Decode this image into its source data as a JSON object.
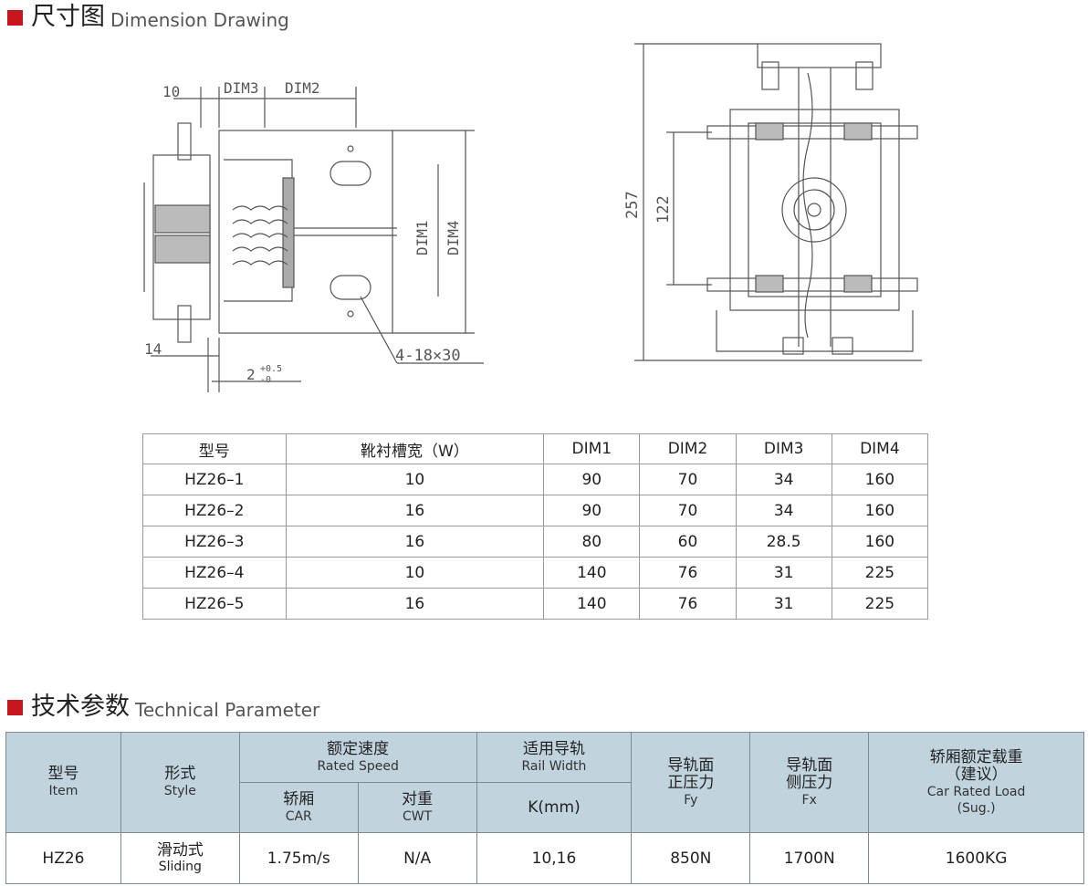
{
  "section1": {
    "title_zh": "尺寸图",
    "title_en": "Dimension Drawing"
  },
  "drawing": {
    "labels": {
      "w10": "10",
      "dim3": "DIM3",
      "dim2": "DIM2",
      "dim1": "DIM1",
      "dim4": "DIM4",
      "w14": "14",
      "tol_base": "2",
      "tol_plus": "+0.5",
      "tol_minus": "-0",
      "slot": "4-18×30",
      "h257": "257",
      "h122": "122"
    }
  },
  "dim_table": {
    "headers": [
      "型号",
      "靴衬槽宽（W）",
      "DIM1",
      "DIM2",
      "DIM3",
      "DIM4"
    ],
    "rows": [
      [
        "HZ26–1",
        "10",
        "90",
        "70",
        "34",
        "160"
      ],
      [
        "HZ26–2",
        "16",
        "90",
        "70",
        "34",
        "160"
      ],
      [
        "HZ26–3",
        "16",
        "80",
        "60",
        "28.5",
        "160"
      ],
      [
        "HZ26–4",
        "10",
        "140",
        "76",
        "31",
        "225"
      ],
      [
        "HZ26–5",
        "16",
        "140",
        "76",
        "31",
        "225"
      ]
    ]
  },
  "section2": {
    "title_zh": "技术参数",
    "title_en": "Technical Parameter"
  },
  "tech_table": {
    "h_item_zh": "型号",
    "h_item_en": "Item",
    "h_style_zh": "形式",
    "h_style_en": "Style",
    "h_speed_zh": "额定速度",
    "h_speed_en": "Rated Speed",
    "h_car_zh": "轿厢",
    "h_car_en": "CAR",
    "h_cwt_zh": "对重",
    "h_cwt_en": "CWT",
    "h_rail_zh": "适用导轨",
    "h_rail_en": "Rail Width",
    "h_k": "K(mm)",
    "h_fy_zh1": "导轨面",
    "h_fy_zh2": "正压力",
    "h_fy_en": "Fy",
    "h_fx_zh1": "导轨面",
    "h_fx_zh2": "侧压力",
    "h_fx_en": "Fx",
    "h_load_zh1": "轿厢额定载重",
    "h_load_zh2": "（建议）",
    "h_load_en1": "Car Rated Load",
    "h_load_en2": "(Sug.)",
    "row": {
      "item": "HZ26",
      "style_zh": "滑动式",
      "style_en": "Sliding",
      "car": "1.75m/s",
      "cwt": "N/A",
      "k": "10,16",
      "fy": "850N",
      "fx": "1700N",
      "load": "1600KG"
    }
  }
}
